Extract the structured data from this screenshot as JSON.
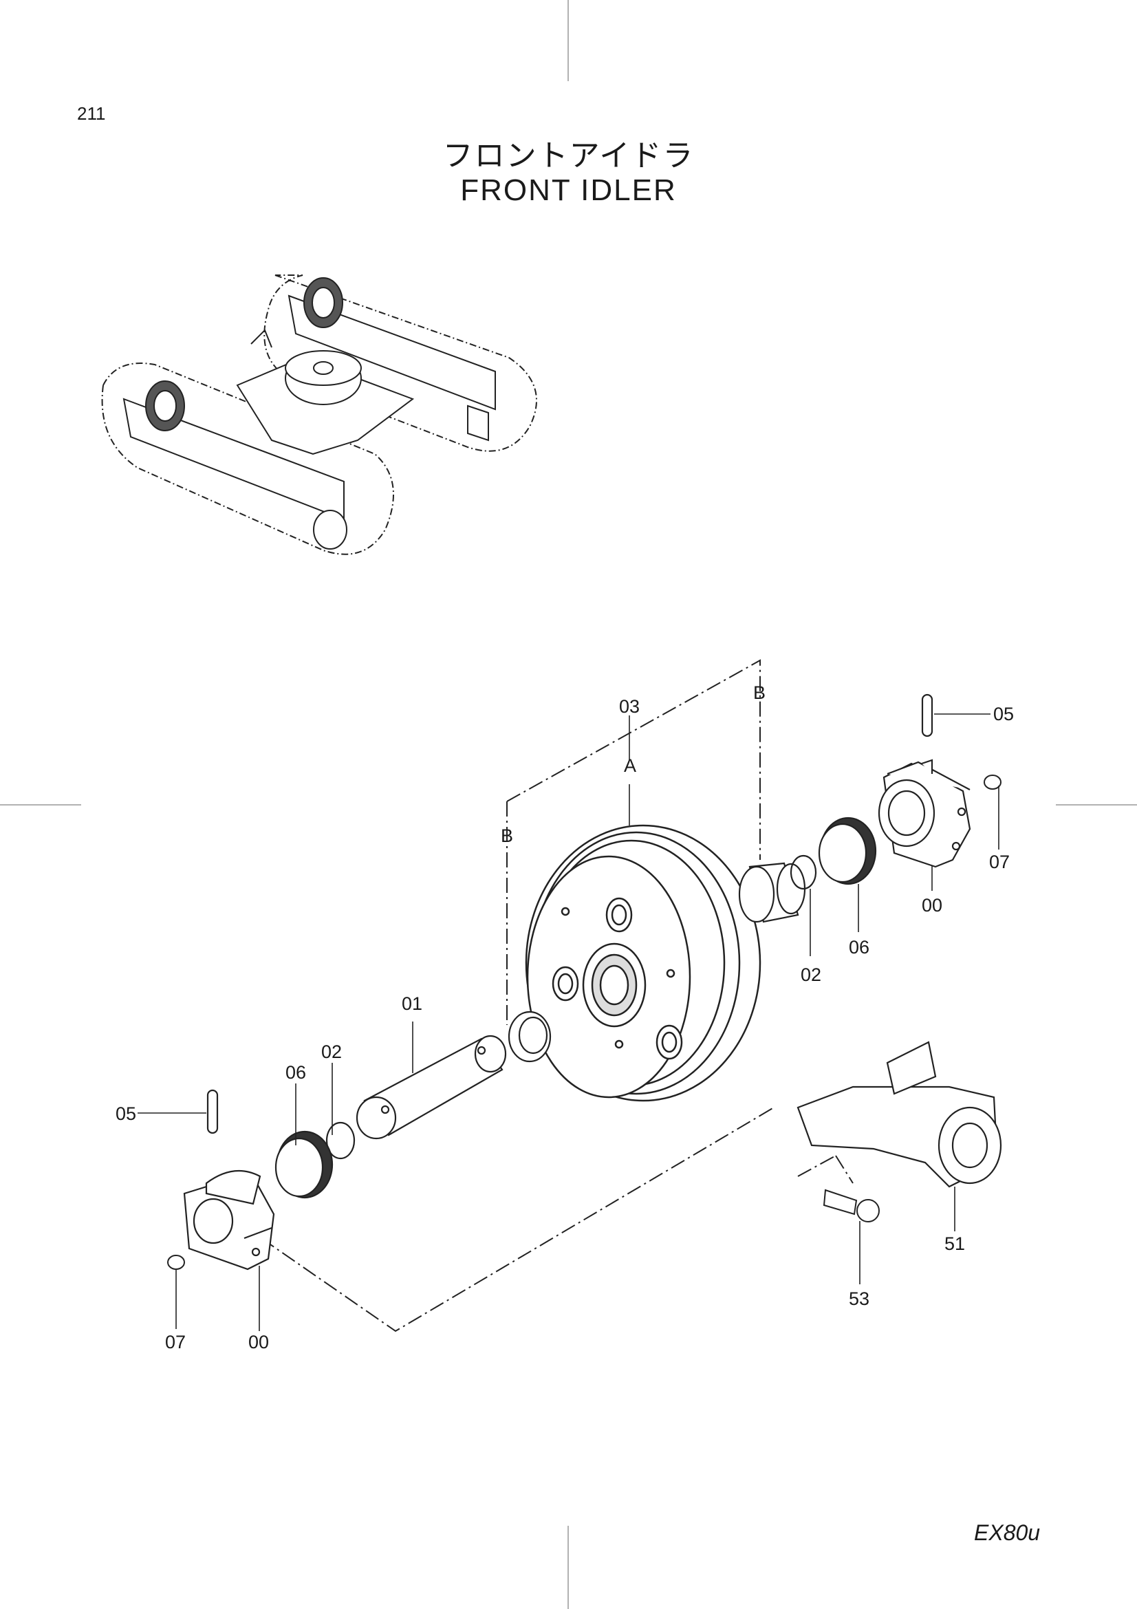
{
  "page": {
    "number": "211",
    "title_jp": "フロントアイドラ",
    "title_en": "FRONT  IDLER",
    "model": "EX80u"
  },
  "callouts": {
    "p00_left": "00",
    "p00_right": "00",
    "p01": "01",
    "p02_left": "02",
    "p02_right": "02",
    "p03": "03",
    "p05_left": "05",
    "p05_right": "05",
    "p06_left": "06",
    "p06_right": "06",
    "p07_left": "07",
    "p07_right": "07",
    "p51": "51",
    "p53": "53",
    "ref_a": "A",
    "ref_b_left": "B",
    "ref_b_right": "B"
  }
}
